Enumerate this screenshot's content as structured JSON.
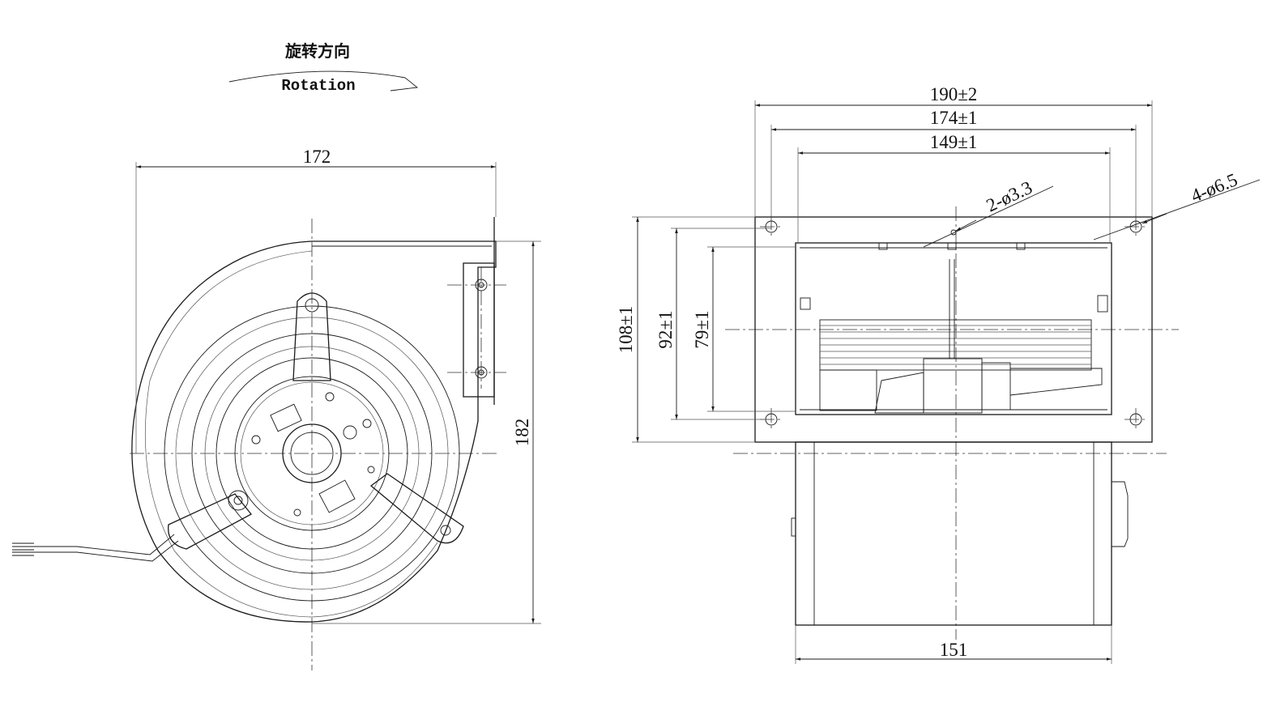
{
  "rotation": {
    "label_cn": "旋转方向",
    "label_en": "Rotation"
  },
  "front_view": {
    "width_dim": "172",
    "height_dim": "182"
  },
  "side_view": {
    "dim_overall_width": "190±2",
    "dim_hole_span": "174±1",
    "dim_body_width": "149±1",
    "dim_overall_height": "108±1",
    "dim_hole_height": "92±1",
    "dim_body_height": "79±1",
    "dim_outlet_width": "151",
    "hole_small": "2-ø3.3",
    "hole_large": "4-ø6.5"
  }
}
